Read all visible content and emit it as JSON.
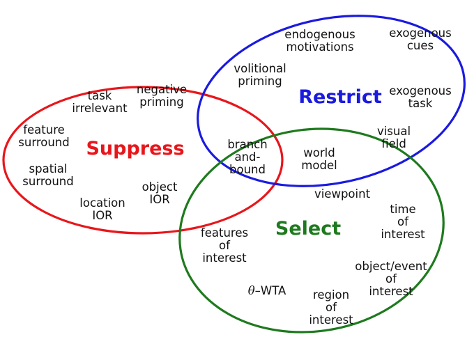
{
  "colors": {
    "suppress": "#e8161b",
    "restrict": "#1a1ae0",
    "select": "#1e7a1e"
  },
  "headings": {
    "suppress": "Suppress",
    "restrict": "Restrict",
    "select": "Select"
  },
  "labels": {
    "task_irrelevant": [
      "task",
      "irrelevant"
    ],
    "negative_priming": [
      "negative",
      "priming"
    ],
    "feature_surround": [
      "feature",
      "surround"
    ],
    "spatial_surround": [
      "spatial",
      "surround"
    ],
    "location_ior": [
      "location",
      "IOR"
    ],
    "object_ior": [
      "object",
      "IOR"
    ],
    "endogenous_motivations": [
      "endogenous",
      "motivations"
    ],
    "exogenous_cues": [
      "exogenous",
      "cues"
    ],
    "volitional_priming": [
      "volitional",
      "priming"
    ],
    "exogenous_task": [
      "exogenous",
      "task"
    ],
    "visual_field": [
      "visual",
      "field"
    ],
    "branch_and_bound": [
      "branch",
      "and-",
      "bound"
    ],
    "world_model": [
      "world",
      "model"
    ],
    "viewpoint": [
      "viewpoint"
    ],
    "time_of_interest": [
      "time",
      "of",
      "interest"
    ],
    "features_of_interest": [
      "features",
      "of",
      "interest"
    ],
    "object_event_of_interest": [
      "object/event",
      "of",
      "interest"
    ],
    "theta_symbol": "θ",
    "wta": "–WTA",
    "region_of_interest": [
      "region",
      "of",
      "interest"
    ]
  }
}
